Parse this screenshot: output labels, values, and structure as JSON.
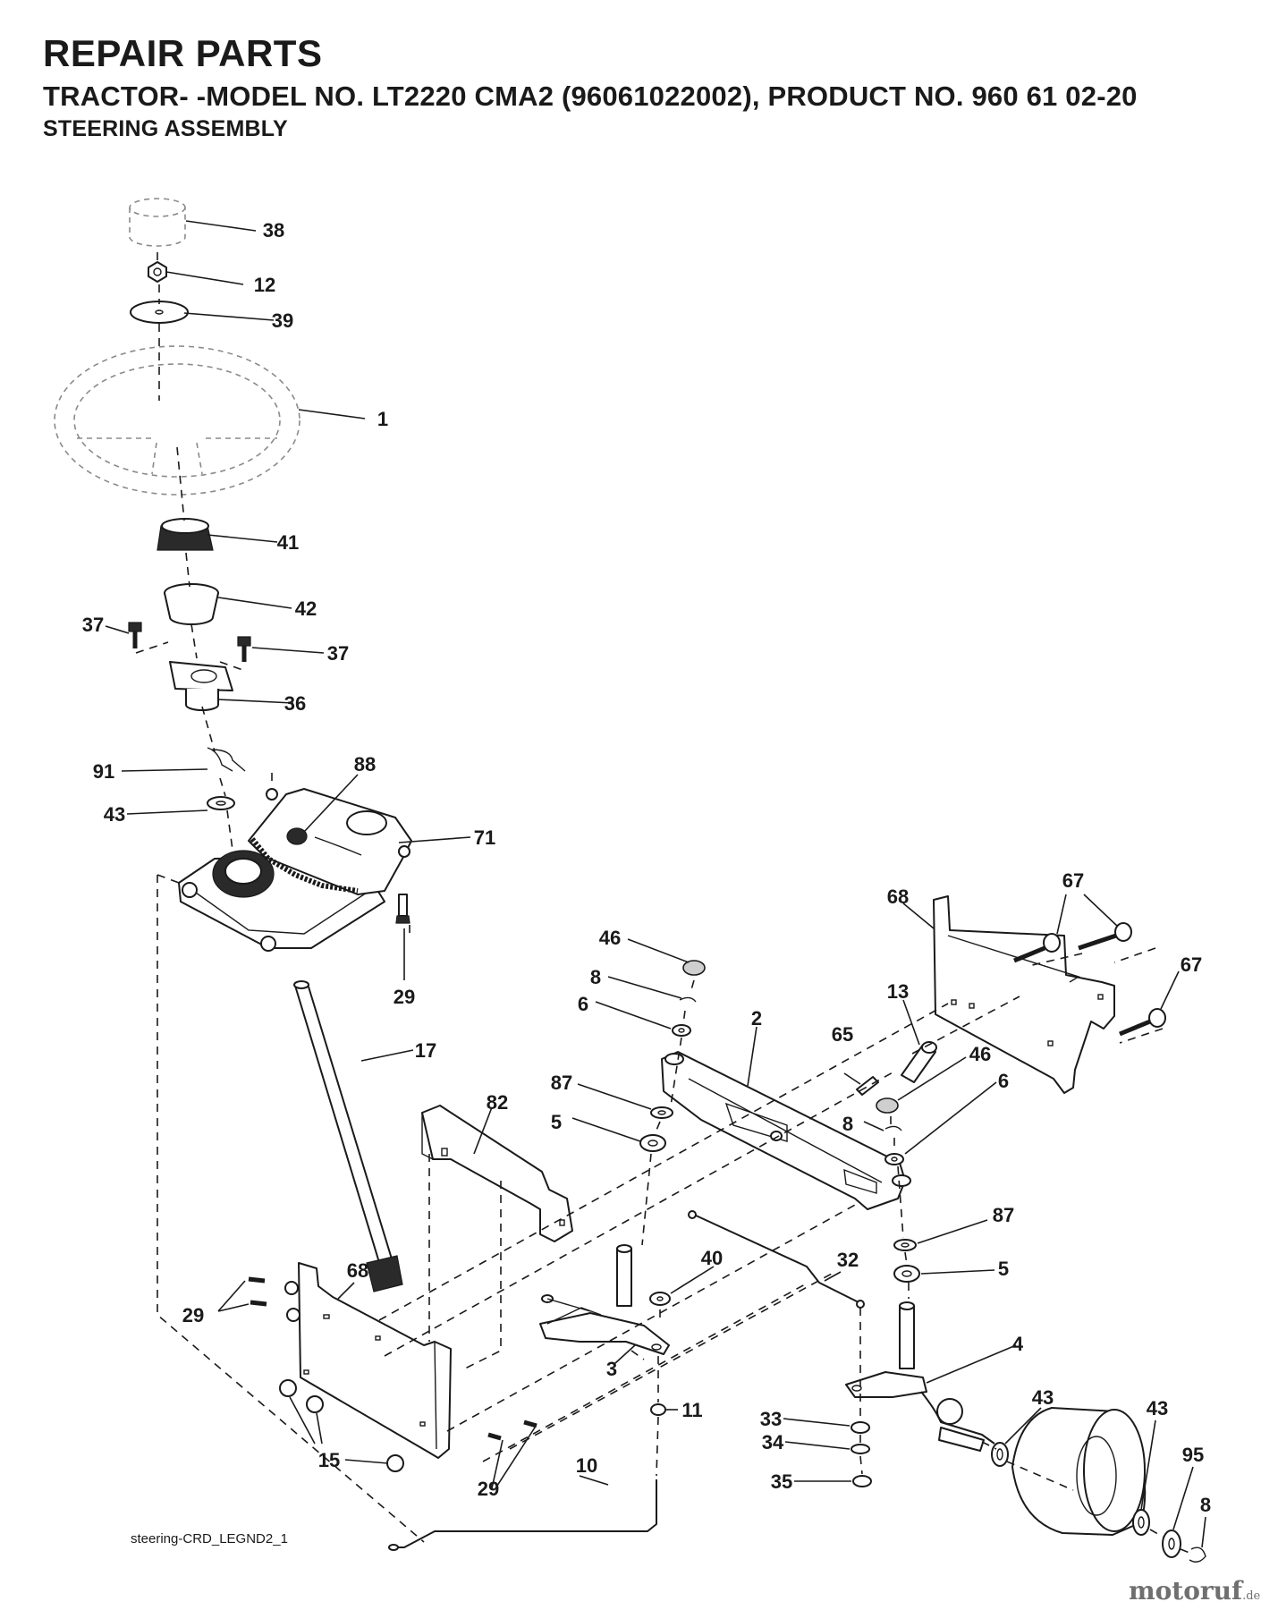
{
  "header": {
    "title": "REPAIR PARTS",
    "subtitle": "TRACTOR- -MODEL NO. LT2220 CMA2 (96061022002), PRODUCT NO. 960 61 02-20",
    "section": "STEERING ASSEMBLY"
  },
  "callouts": [
    {
      "id": "c38",
      "text": "38"
    },
    {
      "id": "c12",
      "text": "12"
    },
    {
      "id": "c39",
      "text": "39"
    },
    {
      "id": "c1",
      "text": "1"
    },
    {
      "id": "c41",
      "text": "41"
    },
    {
      "id": "c42",
      "text": "42"
    },
    {
      "id": "c37a",
      "text": "37"
    },
    {
      "id": "c37b",
      "text": "37"
    },
    {
      "id": "c36",
      "text": "36"
    },
    {
      "id": "c91",
      "text": "91"
    },
    {
      "id": "c88",
      "text": "88"
    },
    {
      "id": "c43a",
      "text": "43"
    },
    {
      "id": "c71",
      "text": "71"
    },
    {
      "id": "c29a",
      "text": "29"
    },
    {
      "id": "c17",
      "text": "17"
    },
    {
      "id": "c68a",
      "text": "68"
    },
    {
      "id": "c67a",
      "text": "67"
    },
    {
      "id": "c67b",
      "text": "67"
    },
    {
      "id": "c46a",
      "text": "46"
    },
    {
      "id": "c8a",
      "text": "8"
    },
    {
      "id": "c6a",
      "text": "6"
    },
    {
      "id": "c13",
      "text": "13"
    },
    {
      "id": "c2",
      "text": "2"
    },
    {
      "id": "c65",
      "text": "65"
    },
    {
      "id": "c46b",
      "text": "46"
    },
    {
      "id": "c87a",
      "text": "87"
    },
    {
      "id": "c6b",
      "text": "6"
    },
    {
      "id": "c82",
      "text": "82"
    },
    {
      "id": "c5a",
      "text": "5"
    },
    {
      "id": "c8b",
      "text": "8"
    },
    {
      "id": "c87b",
      "text": "87"
    },
    {
      "id": "c32",
      "text": "32"
    },
    {
      "id": "c40",
      "text": "40"
    },
    {
      "id": "c5b",
      "text": "5"
    },
    {
      "id": "c68b",
      "text": "68"
    },
    {
      "id": "c29b",
      "text": "29"
    },
    {
      "id": "c4",
      "text": "4"
    },
    {
      "id": "c3",
      "text": "3"
    },
    {
      "id": "c43b",
      "text": "43"
    },
    {
      "id": "c11",
      "text": "11"
    },
    {
      "id": "c33",
      "text": "33"
    },
    {
      "id": "c43c",
      "text": "43"
    },
    {
      "id": "c34",
      "text": "34"
    },
    {
      "id": "c95",
      "text": "95"
    },
    {
      "id": "c15",
      "text": "15"
    },
    {
      "id": "c10",
      "text": "10"
    },
    {
      "id": "c35",
      "text": "35"
    },
    {
      "id": "c29c",
      "text": "29"
    },
    {
      "id": "c8c",
      "text": "8"
    }
  ],
  "drawing_code": "steering-CRD_LEGND2_1",
  "watermark": {
    "brand": "motoruf",
    "tld": ".de"
  }
}
